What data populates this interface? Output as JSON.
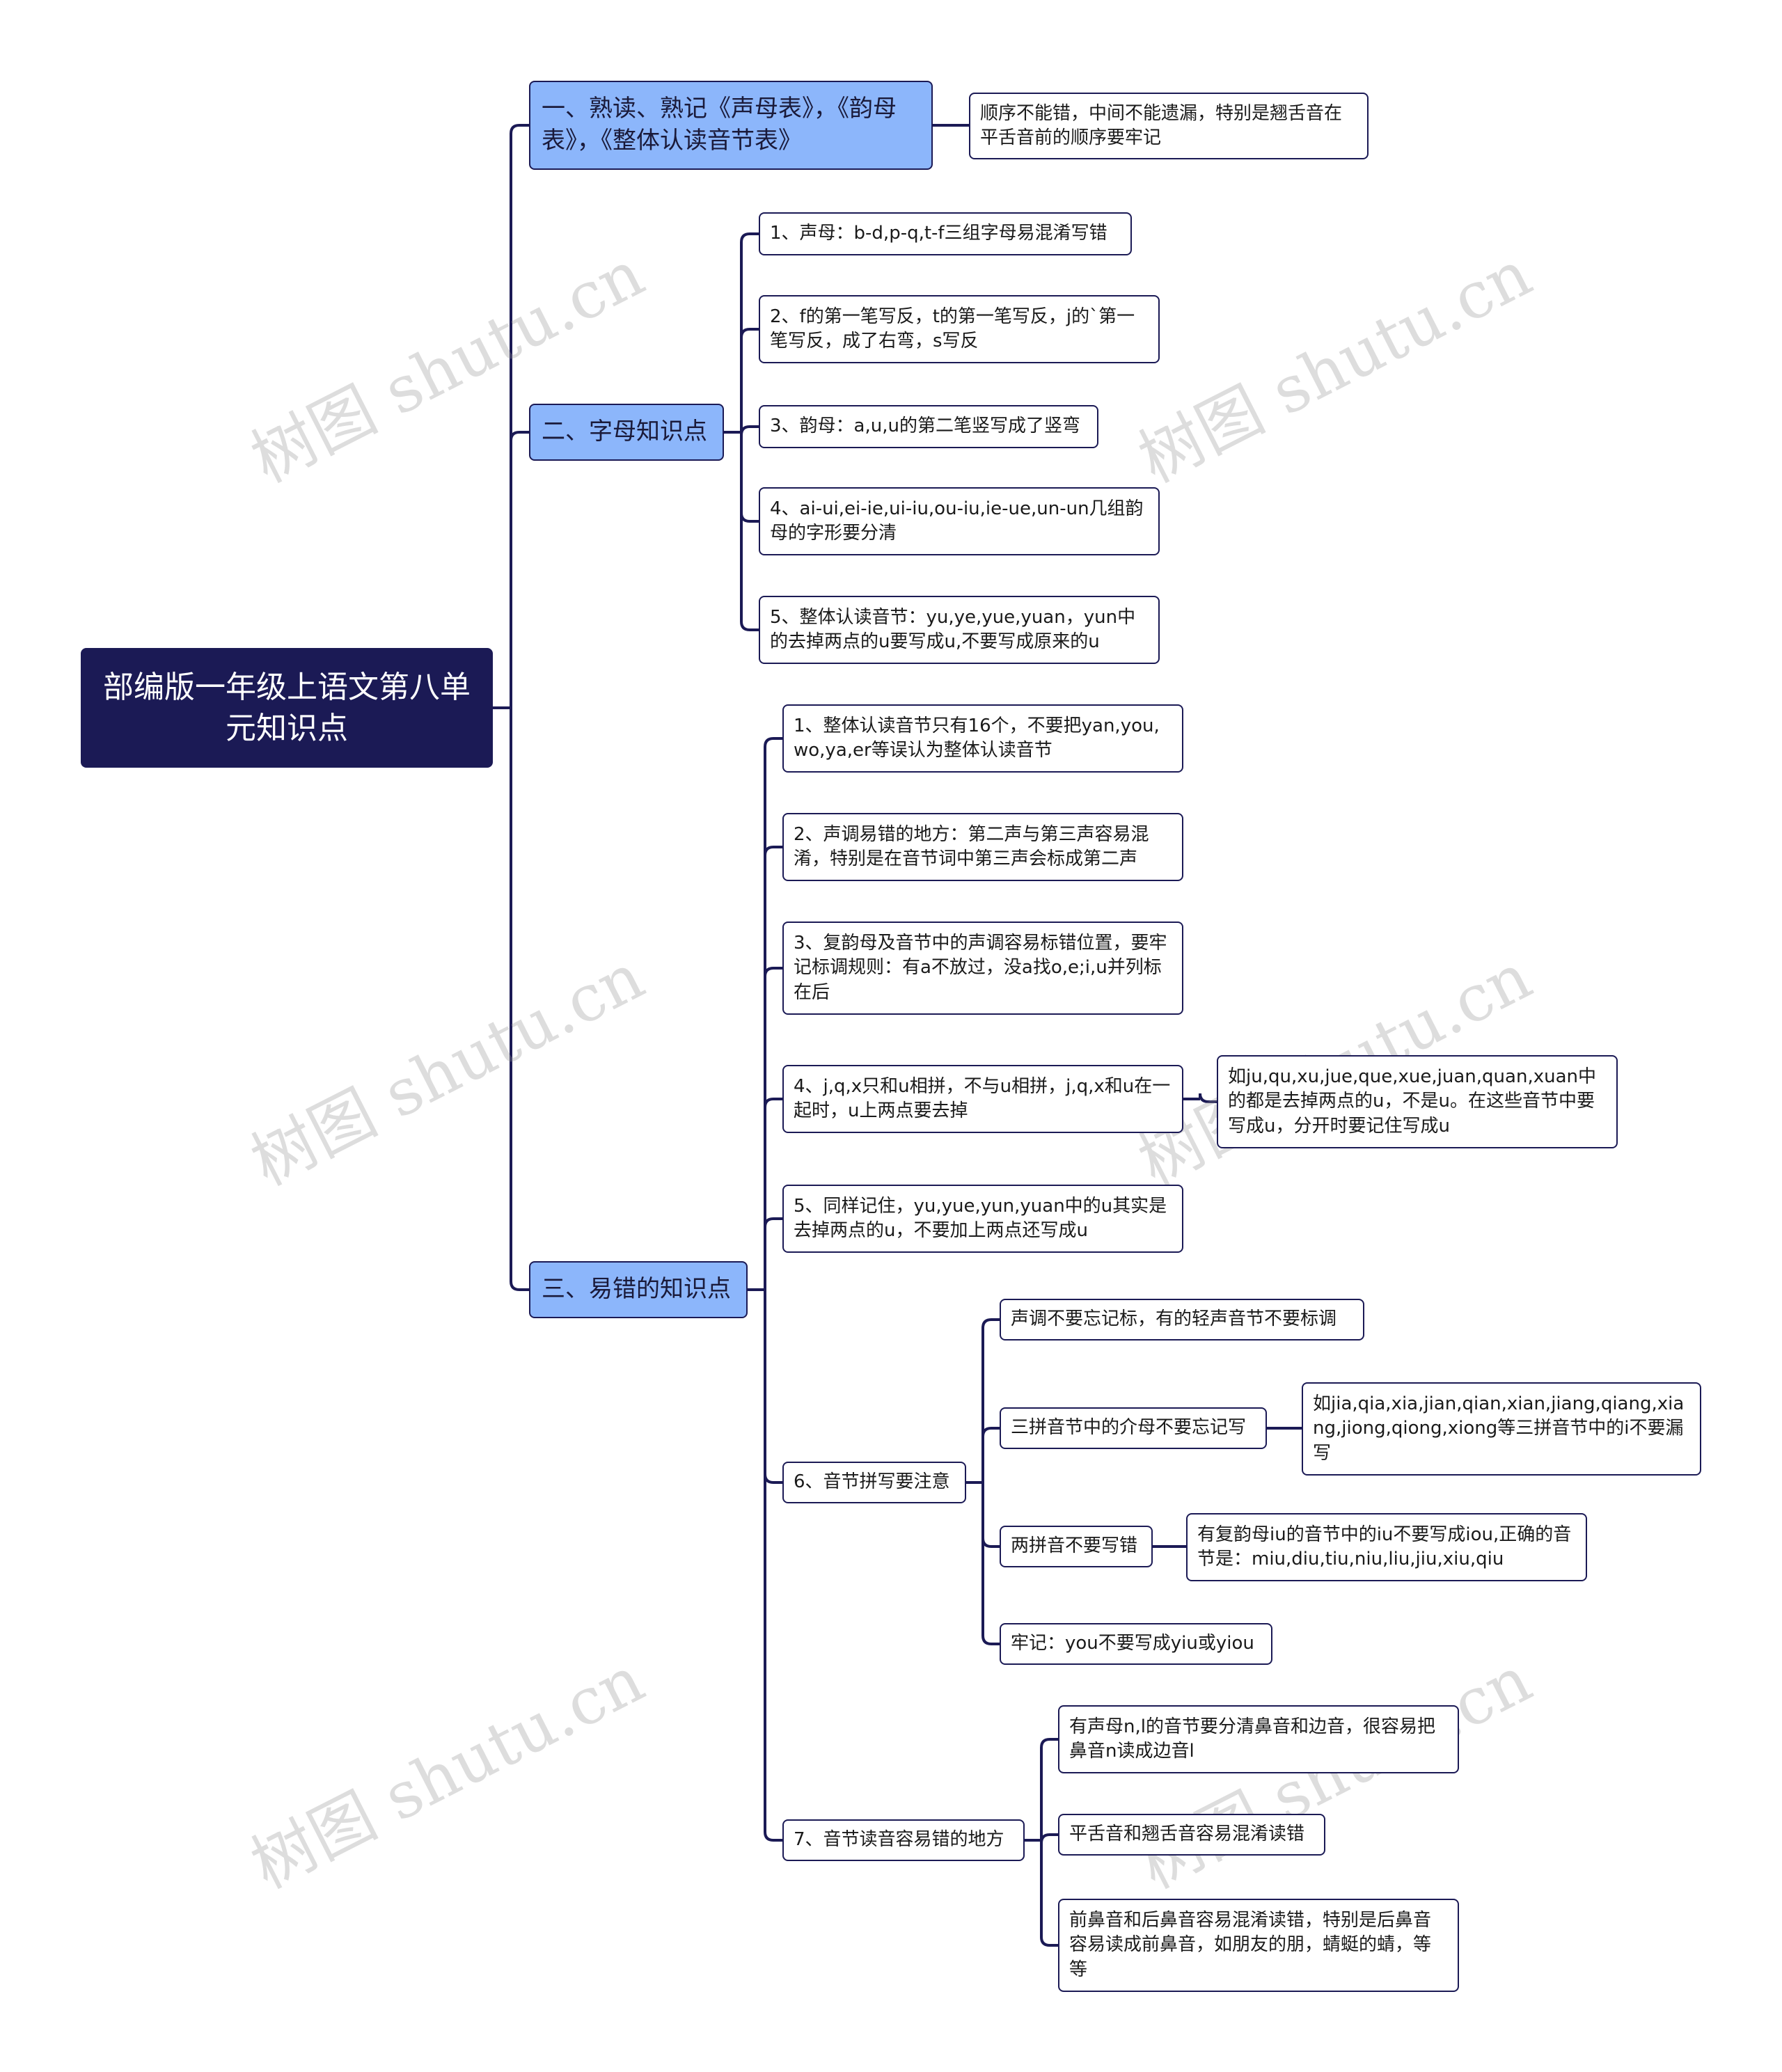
{
  "watermark": "树图 shutu.cn",
  "colors": {
    "root_bg": "#1b1a55",
    "level1_bg": "#8cb6fb",
    "line": "#1b1a55",
    "leaf_bg": "#ffffff"
  },
  "mindmap": {
    "root": "部编版一年级上语文第八单元知识点",
    "branches": [
      {
        "label": "一、熟读、熟记《声母表》，《韵母表》，《整体认读音节表》",
        "children": [
          {
            "label": "顺序不能错，中间不能遗漏，特别是翘舌音在平舌音前的顺序要牢记"
          }
        ]
      },
      {
        "label": "二、字母知识点",
        "children": [
          {
            "label": "1、声母：b-d,p-q,t-f三组字母易混淆写错"
          },
          {
            "label": "2、f的第一笔写反，t的第一笔写反，j的`第一笔写反，成了右弯，s写反"
          },
          {
            "label": "3、韵母：a,u,u的第二笔竖写成了竖弯"
          },
          {
            "label": "4、ai-ui,ei-ie,ui-iu,ou-iu,ie-ue,un-un几组韵母的字形要分清"
          },
          {
            "label": "5、整体认读音节：yu,ye,yue,yuan，yun中的去掉两点的u要写成u,不要写成原来的u"
          }
        ]
      },
      {
        "label": "三、易错的知识点",
        "children": [
          {
            "label": "1、整体认读音节只有16个，不要把yan,you,wo,ya,er等误认为整体认读音节"
          },
          {
            "label": "2、声调易错的地方：第二声与第三声容易混淆，特别是在音节词中第三声会标成第二声"
          },
          {
            "label": "3、复韵母及音节中的声调容易标错位置，要牢记标调规则：有a不放过，没a找o,e;i,u并列标在后"
          },
          {
            "label": "4、j,q,x只和u相拼，不与u相拼，j,q,x和u在一起时，u上两点要去掉",
            "children": [
              {
                "label": "如ju,qu,xu,jue,que,xue,juan,quan,xuan中的都是去掉两点的u，不是u。在这些音节中要写成u，分开时要记住写成u"
              }
            ]
          },
          {
            "label": "5、同样记住，yu,yue,yun,yuan中的u其实是去掉两点的u，不要加上两点还写成u"
          },
          {
            "label": "6、音节拼写要注意",
            "children": [
              {
                "label": "声调不要忘记标，有的轻声音节不要标调"
              },
              {
                "label": "三拼音节中的介母不要忘记写",
                "children": [
                  {
                    "label": "如jia,qia,xia,jian,qian,xian,jiang,qiang,xiang,jiong,qiong,xiong等三拼音节中的i不要漏写"
                  }
                ]
              },
              {
                "label": "两拼音不要写错",
                "children": [
                  {
                    "label": "有复韵母iu的音节中的iu不要写成iou,正确的音节是：miu,diu,tiu,niu,liu,jiu,xiu,qiu"
                  }
                ]
              },
              {
                "label": "牢记：you不要写成yiu或yiou"
              }
            ]
          },
          {
            "label": "7、音节读音容易错的地方",
            "children": [
              {
                "label": "有声母n,l的音节要分清鼻音和边音，很容易把鼻音n读成边音l"
              },
              {
                "label": "平舌音和翘舌音容易混淆读错"
              },
              {
                "label": "前鼻音和后鼻音容易混淆读错，特别是后鼻音容易读成前鼻音，如朋友的朋，蜻蜓的蜻，等等"
              }
            ]
          }
        ]
      }
    ]
  }
}
